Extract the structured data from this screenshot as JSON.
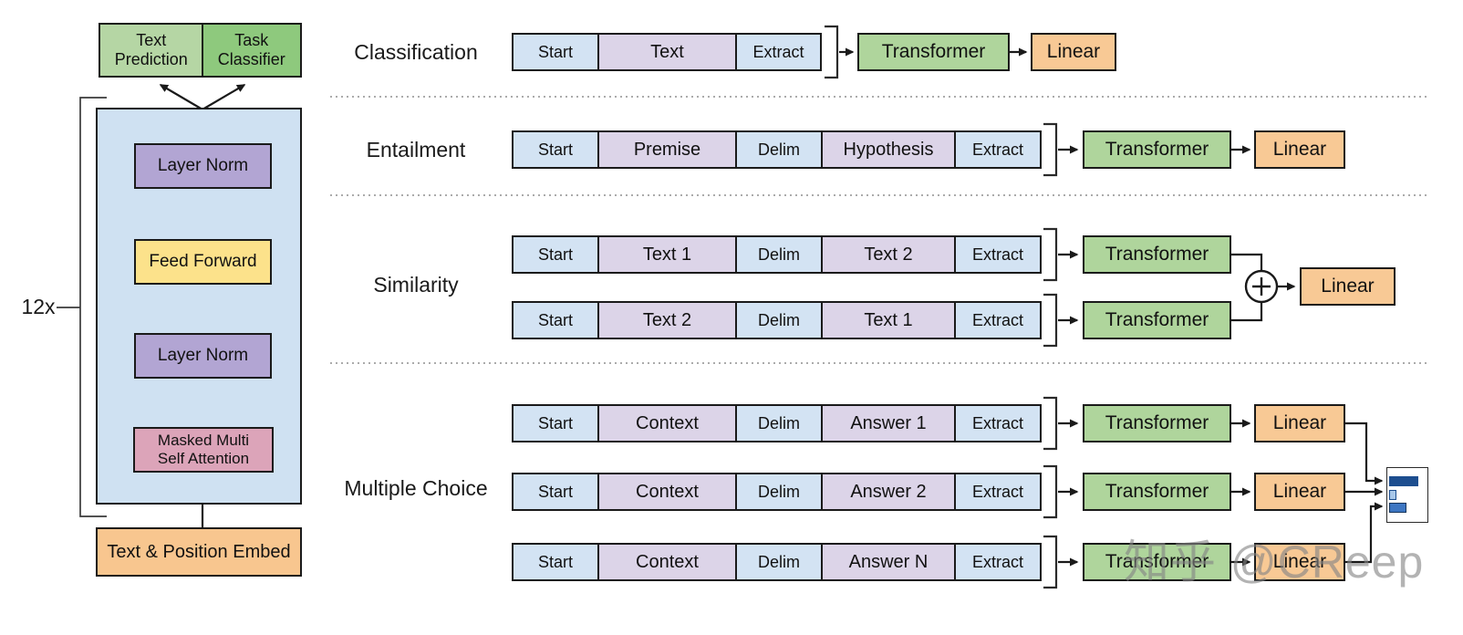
{
  "figure": {
    "watermark": "知乎 @CReep"
  },
  "palette": {
    "token_blue": "#d3e3f3",
    "content_lavender": "#dcd4e8",
    "transformer_green": "#afd59c",
    "linear_orange": "#f8c995",
    "head_light_green": "#b5d6a4",
    "head_green": "#8ec97d",
    "stack_blue": "#cfe1f2",
    "layer_norm_purple": "#b2a5d3",
    "feed_forward_yellow": "#fce28b",
    "attention_pink": "#dca4b9",
    "embed_orange": "#f8c68f",
    "prob_bar_dark": "#1d4e8f",
    "prob_bar_light": "#a8c8ea",
    "prob_bar_mid": "#3d76c2"
  },
  "icons": {
    "add": "+",
    "extract_bracket": "]"
  },
  "left": {
    "text_prediction": "Text\nPrediction",
    "task_classifier": "Task\nClassifier",
    "repeat_label": "12x",
    "layer_norm_top": "Layer Norm",
    "feed_forward": "Feed Forward",
    "layer_norm_bottom": "Layer Norm",
    "masked_attention": "Masked Multi\nSelf Attention",
    "embed": "Text & Position Embed"
  },
  "pipeline": {
    "transformer": "Transformer",
    "linear": "Linear"
  },
  "tasks": {
    "classification": {
      "label": "Classification",
      "bar": [
        "Start",
        "Text",
        "Extract"
      ]
    },
    "entailment": {
      "label": "Entailment",
      "bar": [
        "Start",
        "Premise",
        "Delim",
        "Hypothesis",
        "Extract"
      ]
    },
    "similarity": {
      "label": "Similarity",
      "bar1": [
        "Start",
        "Text 1",
        "Delim",
        "Text 2",
        "Extract"
      ],
      "bar2": [
        "Start",
        "Text 2",
        "Delim",
        "Text 1",
        "Extract"
      ]
    },
    "multiple_choice": {
      "label": "Multiple Choice",
      "bar1": [
        "Start",
        "Context",
        "Delim",
        "Answer 1",
        "Extract"
      ],
      "bar2": [
        "Start",
        "Context",
        "Delim",
        "Answer 2",
        "Extract"
      ],
      "bar3": [
        "Start",
        "Context",
        "Delim",
        "Answer N",
        "Extract"
      ]
    }
  }
}
